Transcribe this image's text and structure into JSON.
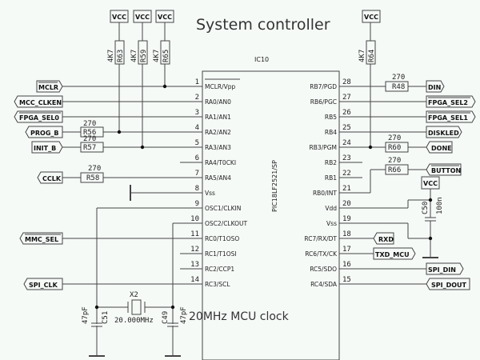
{
  "title": "System controller",
  "ic": {
    "ref": "IC10",
    "part": "PIC18LF2521/SP",
    "left_pins": [
      {
        "num": "1",
        "name": "MCLR/Vpp"
      },
      {
        "num": "2",
        "name": "RA0/AN0"
      },
      {
        "num": "3",
        "name": "RA1/AN1"
      },
      {
        "num": "4",
        "name": "RA2/AN2"
      },
      {
        "num": "5",
        "name": "RA3/AN3"
      },
      {
        "num": "6",
        "name": "RA4/T0CKI"
      },
      {
        "num": "7",
        "name": "RA5/AN4"
      },
      {
        "num": "8",
        "name": "Vss"
      },
      {
        "num": "9",
        "name": "OSC1/CLKIN"
      },
      {
        "num": "10",
        "name": "OSC2/CLKOUT"
      },
      {
        "num": "11",
        "name": "RC0/T1OSO"
      },
      {
        "num": "12",
        "name": "RC1/T1OSI"
      },
      {
        "num": "13",
        "name": "RC2/CCP1"
      },
      {
        "num": "14",
        "name": "RC3/SCL"
      }
    ],
    "right_pins": [
      {
        "num": "28",
        "name": "RB7/PGD"
      },
      {
        "num": "27",
        "name": "RB6/PGC"
      },
      {
        "num": "26",
        "name": "RB5"
      },
      {
        "num": "25",
        "name": "RB4"
      },
      {
        "num": "24",
        "name": "RB3/PGM"
      },
      {
        "num": "23",
        "name": "RB2"
      },
      {
        "num": "22",
        "name": "RB1"
      },
      {
        "num": "21",
        "name": "RB0/INT"
      },
      {
        "num": "20",
        "name": "Vdd"
      },
      {
        "num": "19",
        "name": "Vss"
      },
      {
        "num": "18",
        "name": "RC7/RX/DT"
      },
      {
        "num": "17",
        "name": "RC6/TX/CK"
      },
      {
        "num": "16",
        "name": "RC5/SDO"
      },
      {
        "num": "15",
        "name": "RC4/SDA"
      }
    ]
  },
  "power_labels": {
    "vcc1": "VCC",
    "vcc2": "VCC",
    "vcc3": "VCC",
    "vcc4": "VCC",
    "vcc5": "VCC"
  },
  "pullups": [
    {
      "ref": "R63",
      "value": "4K7"
    },
    {
      "ref": "R59",
      "value": "4K7"
    },
    {
      "ref": "R65",
      "value": "4K7"
    },
    {
      "ref": "R64",
      "value": "4K7"
    }
  ],
  "series_resistors": [
    {
      "ref": "R56",
      "value": "270"
    },
    {
      "ref": "R57",
      "value": "270"
    },
    {
      "ref": "R58",
      "value": "270"
    },
    {
      "ref": "R48",
      "value": "270"
    },
    {
      "ref": "R60",
      "value": "270"
    },
    {
      "ref": "R66",
      "value": "270"
    }
  ],
  "nets_left": [
    {
      "name": "MCLR",
      "overline": true
    },
    {
      "name": "MCC_CLKEN"
    },
    {
      "name": "FPGA_SEL0",
      "overline": true
    },
    {
      "name": "PROG_B"
    },
    {
      "name": "INIT_B"
    },
    {
      "name": "CCLK"
    },
    {
      "name": "MMC_SEL",
      "overline": true
    },
    {
      "name": "SPI_CLK"
    }
  ],
  "nets_right": [
    {
      "name": "DIN"
    },
    {
      "name": "FPGA_SEL2",
      "overline": true
    },
    {
      "name": "FPGA_SEL1",
      "overline": true
    },
    {
      "name": "DISKLED"
    },
    {
      "name": "DONE"
    },
    {
      "name": "BUTTON",
      "overline": true
    },
    {
      "name": "RXD"
    },
    {
      "name": "TXD_MCU"
    },
    {
      "name": "SPI_DIN"
    },
    {
      "name": "SPI_DOUT"
    }
  ],
  "caps": [
    {
      "ref": "C51",
      "value": "47pF"
    },
    {
      "ref": "C49",
      "value": "47pF"
    },
    {
      "ref": "C50",
      "value": "100n"
    }
  ],
  "crystal": {
    "ref": "X2",
    "value": "20.000MHz"
  },
  "clock_note": "20MHz MCU clock"
}
